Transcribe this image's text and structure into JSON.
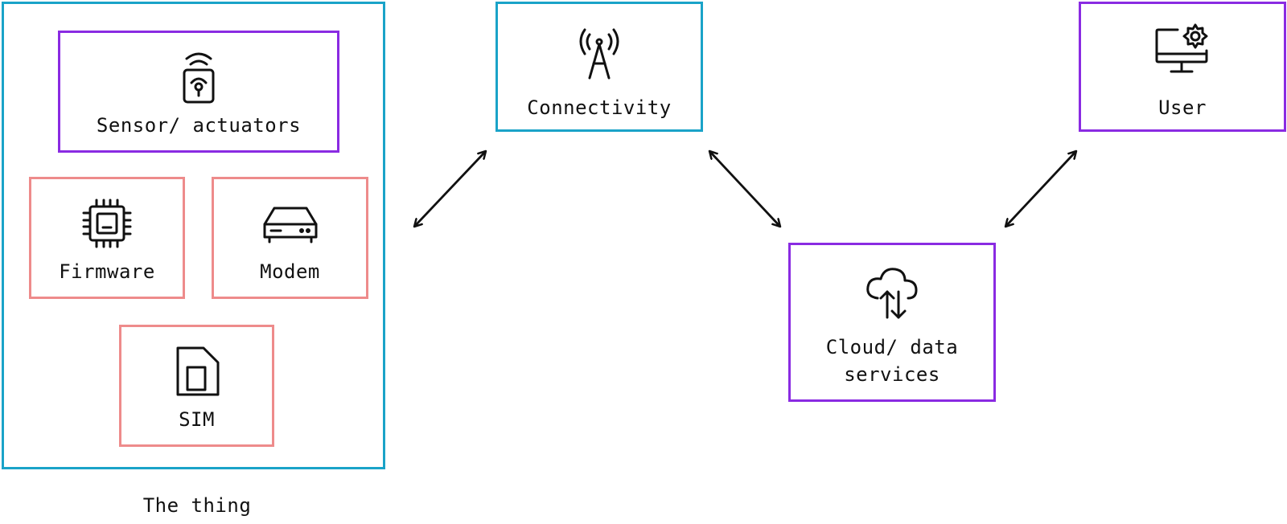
{
  "colors": {
    "teal": "#1aa3c8",
    "purple": "#8a2be2",
    "salmon": "#ee8b8b",
    "ink": "#111111"
  },
  "thing": {
    "caption": "The thing",
    "border_color": "#1aa3c8"
  },
  "nodes": {
    "sensor": {
      "label": "Sensor/ actuators",
      "icon": "sensor-wifi-icon",
      "border_color": "#8a2be2"
    },
    "firmware": {
      "label": "Firmware",
      "icon": "chip-icon",
      "border_color": "#ee8b8b"
    },
    "modem": {
      "label": "Modem",
      "icon": "modem-icon",
      "border_color": "#ee8b8b"
    },
    "sim": {
      "label": "SIM",
      "icon": "sim-card-icon",
      "border_color": "#ee8b8b"
    },
    "connectivity": {
      "label": "Connectivity",
      "icon": "antenna-tower-icon",
      "border_color": "#1aa3c8"
    },
    "cloud": {
      "label": "Cloud/ data\nservices",
      "icon": "cloud-upload-download-icon",
      "border_color": "#8a2be2"
    },
    "user": {
      "label": "User",
      "icon": "monitor-gear-icon",
      "border_color": "#8a2be2"
    }
  },
  "edges": [
    {
      "from": "thing",
      "to": "connectivity",
      "bidirectional": true
    },
    {
      "from": "connectivity",
      "to": "cloud",
      "bidirectional": true
    },
    {
      "from": "cloud",
      "to": "user",
      "bidirectional": true
    }
  ]
}
